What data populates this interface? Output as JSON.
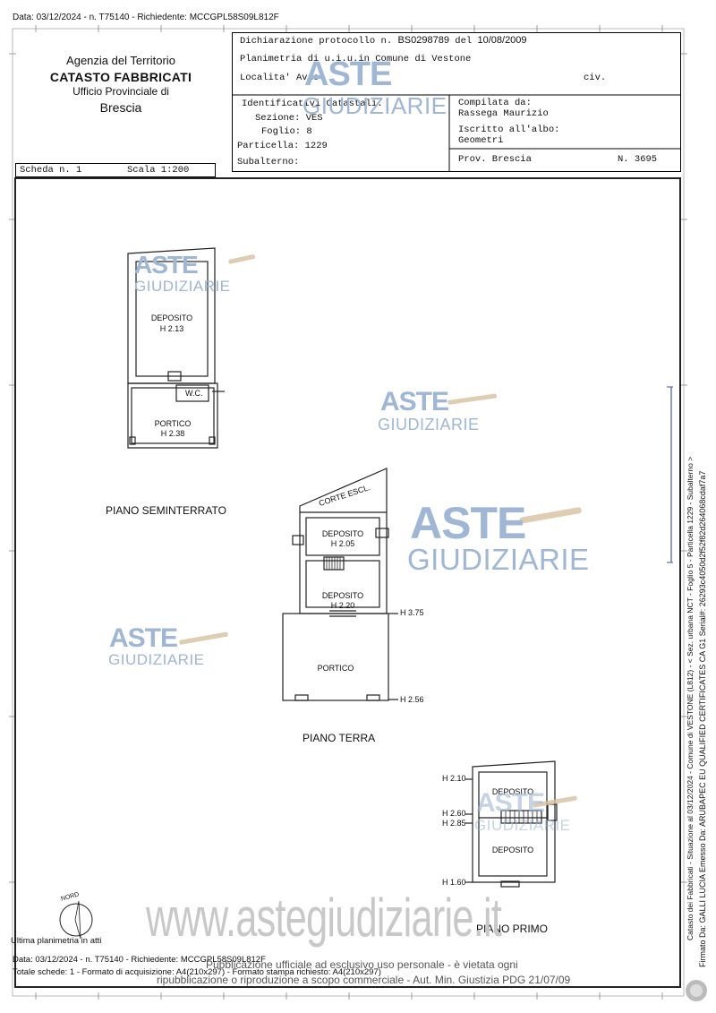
{
  "top_line": "Data: 03/12/2024 - n. T75140 - Richiedente: MCCGPL58S09L812F",
  "agency": {
    "line1": "Agenzia del Territorio",
    "line2": "CATASTO FABBRICATI",
    "line3": "Ufficio Provinciale di",
    "line4": "Brescia"
  },
  "header": {
    "dichiarazione_label": "Dichiarazione protocollo n.",
    "protocollo": "BS0298789",
    "del_label": "del",
    "date": "10/08/2009",
    "planimetria": "Planimetria di u.i.u.in Comune di Vestone",
    "localita": "Localita' Avie",
    "civ": "civ.",
    "identificativi": "Identificativi Catastali:",
    "sezione": "Sezione: VES",
    "foglio": "Foglio: 8",
    "particella": "Particella: 1229",
    "subalterno": "Subalterno:",
    "compilata_label": "Compilata da:",
    "compilata_name": "Rassega Maurizio",
    "iscritto": "Iscritto all'albo:",
    "geometri": "Geometri",
    "prov": "Prov. Brescia",
    "numero": "N.  3695"
  },
  "scheda": {
    "label": "Scheda n. 1",
    "scala": "Scala 1:200"
  },
  "plan": {
    "deposito_a": "DEPOSITO",
    "h_213": "H 2.13",
    "wc": "W.C.",
    "portico_a": "PORTICO",
    "h_238": "H 2.38",
    "piano_seminterrato": "PIANO SEMINTERRATO",
    "corte": "CORTE ESCL.",
    "deposito_b": "DEPOSITO",
    "h_205": "H 2.05",
    "deposito_c": "DEPOSITO",
    "h_220": "H 2.20",
    "h_375": "H 3.75",
    "portico_b": "PORTICO",
    "h_256": "H 2.56",
    "piano_terra": "PIANO TERRA",
    "h_210": "H 2.10",
    "deposito_d": "DEPOSITO",
    "h_260": "H 2.60",
    "h_285": "H 2.85",
    "deposito_e": "DEPOSITO",
    "h_160": "H 1.60",
    "piano_primo": "PIANO PRIMO",
    "nord": "NORD"
  },
  "watermark": {
    "aste": "ASTE",
    "giudiziarie": "GIUDIZIARIE",
    "url": "www.astegiudiziarie.it"
  },
  "footer": {
    "ultima": "Ultima planimetria in atti",
    "data_line": "Data: 03/12/2024 - n. T75140 - Richiedente: MCCGPL58S09L812F",
    "totale_line": "Totale schede: 1 - Formato di acquisizione: A4(210x297)  - Formato stampa richiesto: A4(210x297)",
    "pub1": "Pubblicazione ufficiale ad esclusivo uso personale - è vietata ogni",
    "pub2": "ripubblicazione o riproduzione a scopo commerciale - Aut. Min. Giustizia PDG 21/07/09"
  },
  "side": {
    "line1": "Catasto dei Fabbricati - Situazione al 03/12/2024 - Comune di VESTONE (L812) - < Sez. urbana NCT - Foglio 5 - Particella 1229 - Subalterno  >",
    "line2": "Firmato Da: GALLI LUCIA Emesso Da: ARUBAPEC EU QUALIFIED CERTIFICATES CA G1 Serial#: 26293c4050d2f52f82d264068cdaf7a7"
  }
}
